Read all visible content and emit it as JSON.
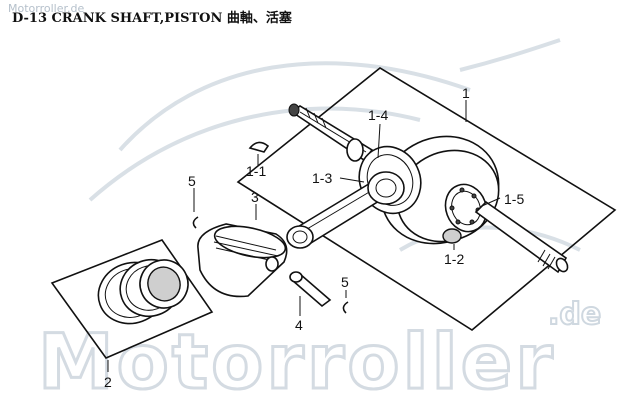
{
  "title": "D-13 CRANK SHAFT,PISTON 曲軸、活塞",
  "watermark": {
    "small": "Motorroller.de",
    "big": "Motorroller",
    "de": ".de"
  },
  "callouts": {
    "c1": "1",
    "c1_4": "1-4",
    "c1_1": "1-1",
    "c1_3": "1-3",
    "c1_5": "1-5",
    "c1_2": "1-2",
    "c2": "2",
    "c3": "3",
    "c4": "4",
    "c5a": "5",
    "c5b": "5"
  },
  "colors": {
    "line": "#111111",
    "watermark": "#d4dbe2",
    "background": "#ffffff"
  }
}
